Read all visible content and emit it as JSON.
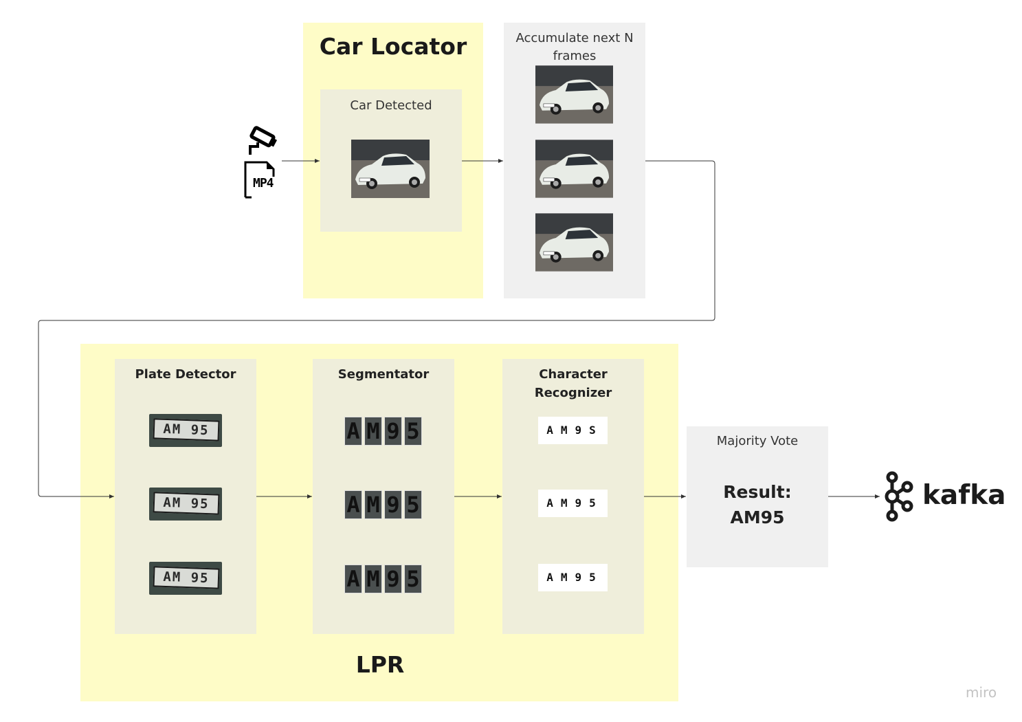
{
  "car_locator": {
    "title": "Car Locator",
    "detected_label": "Car Detected"
  },
  "accumulate": {
    "label": "Accumulate next N frames"
  },
  "source_icons": {
    "camera_icon": "cctv-camera-icon",
    "file_icon": "mp4-file-icon",
    "file_label": "MP4"
  },
  "lpr": {
    "title": "LPR",
    "plate_detector": {
      "label": "Plate Detector",
      "plates": [
        "AM 95",
        "AM 95",
        "AM 95"
      ]
    },
    "segmentator": {
      "label": "Segmentator",
      "rows": [
        [
          "A",
          "M",
          "9",
          "5"
        ],
        [
          "A",
          "M",
          "9",
          "5"
        ],
        [
          "A",
          "M",
          "9",
          "5"
        ]
      ]
    },
    "character_recognizer": {
      "label": "Character Recognizer",
      "results": [
        "AM9S",
        "AM95",
        "AM95"
      ]
    }
  },
  "majority_vote": {
    "label": "Majority Vote",
    "result_label": "Result:",
    "result_value": "AM95"
  },
  "sink": {
    "icon": "kafka-logo-icon",
    "label": "kafka"
  },
  "watermark": "miro",
  "colors": {
    "yellow_panel": "#fefcc7",
    "inner_panel": "#efeedb",
    "grey_panel": "#f0f0f0",
    "connector": "#333333"
  }
}
